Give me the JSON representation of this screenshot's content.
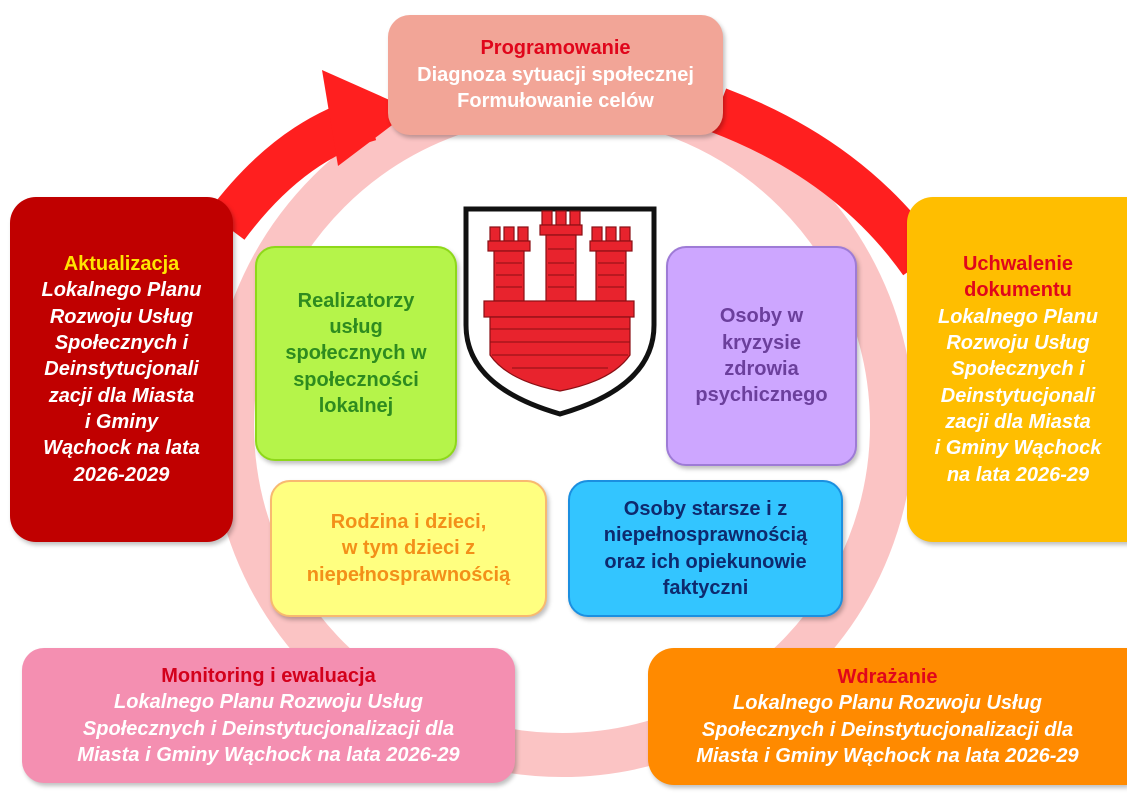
{
  "colors": {
    "ring": "#fbc4c4",
    "arrow": "#ff1f1f",
    "coat_red": "#e8232d",
    "coat_border": "#111111"
  },
  "stages": {
    "programowanie": {
      "title": "Programowanie",
      "line1": "Diagnoza sytuacji społecznej",
      "line2": "Formułowanie celów"
    },
    "uchwalenie": {
      "title1": "Uchwalenie",
      "title2": "dokumentu",
      "lines": [
        "Lokalnego Planu",
        "Rozwoju Usług",
        "Społecznych i",
        "Deinstytucjonali",
        "zacji dla Miasta",
        "i Gminy Wąchock",
        "na lata 2026-29"
      ]
    },
    "wdrazanie": {
      "title": "Wdrażanie",
      "lines": [
        "Lokalnego Planu Rozwoju Usług",
        "Społecznych i Deinstytucjonalizacji dla",
        "Miasta i Gminy Wąchock na lata 2026-29"
      ]
    },
    "monitoring": {
      "title": "Monitoring i ewaluacja",
      "lines": [
        "Lokalnego Planu Rozwoju Usług",
        "Społecznych i Deinstytucjonalizacji dla",
        "Miasta i Gminy Wąchock na lata 2026-29"
      ]
    },
    "aktualizacja": {
      "title": "Aktualizacja",
      "lines": [
        "Lokalnego Planu",
        "Rozwoju Usług",
        "Społecznych i",
        "Deinstytucjonali",
        "zacji dla Miasta",
        "i Gminy",
        "Wąchock na lata",
        "2026-2029"
      ]
    }
  },
  "groups": {
    "realizatorzy": [
      "Realizatorzy",
      "usług",
      "społecznych w",
      "społeczności",
      "lokalnej"
    ],
    "kryzys": [
      "Osoby w",
      "kryzysie",
      "zdrowia",
      "psychicznego"
    ],
    "rodzina": [
      "Rodzina i dzieci,",
      "w tym dzieci z",
      "niepełnosprawnością"
    ],
    "seniorzy": [
      "Osoby starsze i z",
      "niepełnosprawnością",
      "oraz ich opiekunowie",
      "faktyczni"
    ]
  }
}
